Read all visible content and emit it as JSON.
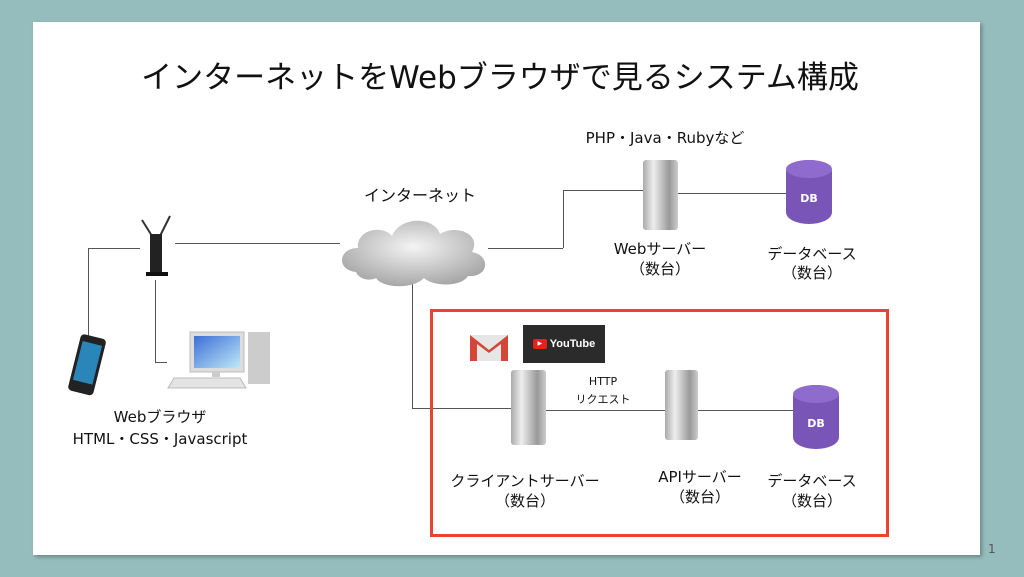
{
  "title": "インターネットをWebブラウザで見るシステム構成",
  "page_number": "1",
  "labels": {
    "backend_langs": "PHP・Java・Rubyなど",
    "internet": "インターネット",
    "web_server": "Webサーバー",
    "web_server_count": "（数台）",
    "database": "データベース",
    "database_count": "（数台）",
    "browser": "Webブラウザ",
    "browser_tech": "HTML・CSS・Javascript",
    "http": "HTTP",
    "request": "リクエスト",
    "client_server": "クライアントサーバー",
    "client_server_count": "（数台）",
    "api_server": "APIサーバー",
    "api_server_count": "（数台）",
    "database2": "データベース",
    "database2_count": "（数台）",
    "db_icon": "DB",
    "youtube": "YouTube"
  },
  "colors": {
    "highlight_box": "#e8442e",
    "db": "#7a55b8"
  }
}
